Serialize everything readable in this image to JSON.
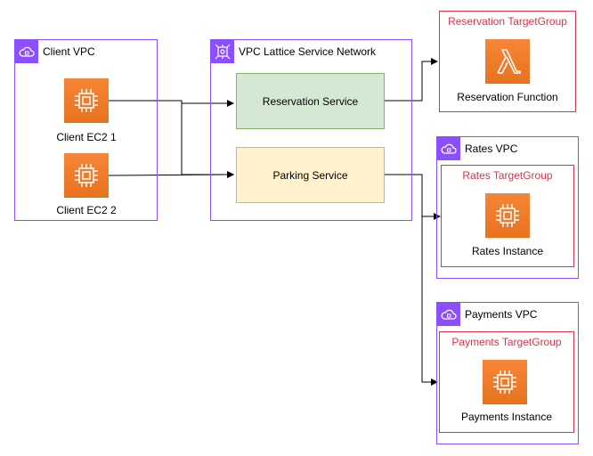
{
  "client_vpc": {
    "title": "Client VPC",
    "ec2_1_label": "Client EC2 1",
    "ec2_2_label": "Client EC2 2"
  },
  "service_network": {
    "title": "VPC Lattice Service Network",
    "reservation_service": "Reservation Service",
    "parking_service": "Parking Service"
  },
  "reservation_tg": {
    "title": "Reservation TargetGroup",
    "function_label": "Reservation Function"
  },
  "rates_vpc": {
    "title": "Rates VPC",
    "tg_title": "Rates TargetGroup",
    "instance_label": "Rates Instance"
  },
  "payments_vpc": {
    "title": "Payments VPC",
    "tg_title": "Payments TargetGroup",
    "instance_label": "Payments Instance"
  },
  "colors": {
    "vpc_border": "#8c4fff",
    "target_group": "#dd344c",
    "compute_orange": "#ed7100",
    "service_green": "#d5e8d4",
    "service_yellow": "#fff2cc"
  }
}
